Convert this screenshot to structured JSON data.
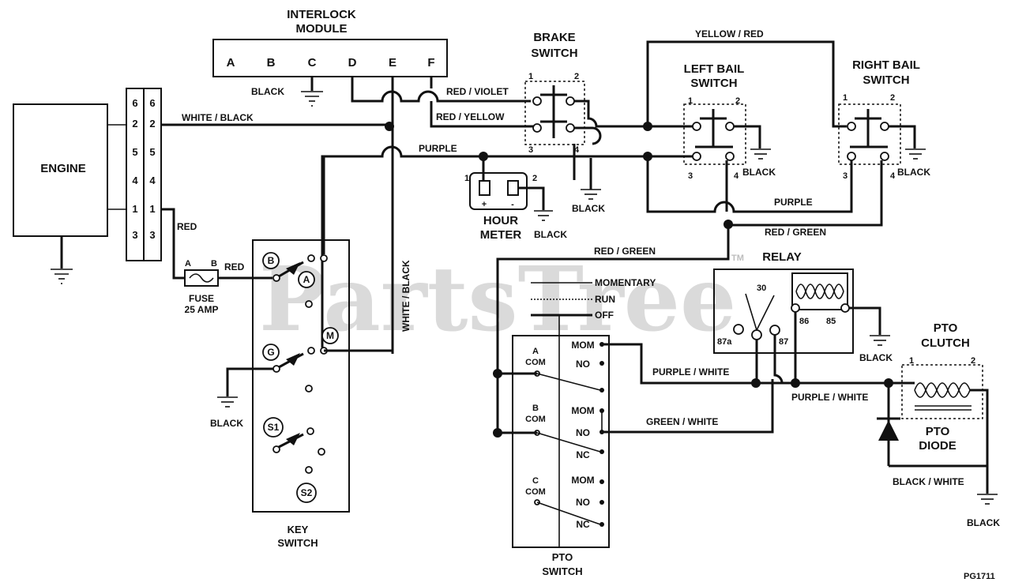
{
  "watermark": {
    "text": "PartsTree",
    "tm": "TM"
  },
  "page_code": "PG1711",
  "components": {
    "engine": "ENGINE",
    "interlock_module": {
      "title_1": "INTERLOCK",
      "title_2": "MODULE",
      "pins": [
        "A",
        "B",
        "C",
        "D",
        "E",
        "F"
      ]
    },
    "brake_switch": {
      "title_1": "BRAKE",
      "title_2": "SWITCH",
      "pins": [
        "1",
        "2",
        "3",
        "4"
      ]
    },
    "left_bail_switch": {
      "title_1": "LEFT BAIL",
      "title_2": "SWITCH",
      "pins": [
        "1",
        "2",
        "3",
        "4"
      ]
    },
    "right_bail_switch": {
      "title_1": "RIGHT BAIL",
      "title_2": "SWITCH",
      "pins": [
        "1",
        "2",
        "3",
        "4"
      ]
    },
    "hour_meter": {
      "title_1": "HOUR",
      "title_2": "METER",
      "pins": [
        "1",
        "2"
      ],
      "polarity": [
        "+",
        "-"
      ]
    },
    "fuse": {
      "title_1": "FUSE",
      "title_2": "25 AMP",
      "pins": [
        "A",
        "B"
      ]
    },
    "key_switch": {
      "title_1": "KEY",
      "title_2": "SWITCH",
      "terminals": [
        "B",
        "A",
        "M",
        "G",
        "S1",
        "S2"
      ]
    },
    "pto_switch": {
      "title_1": "PTO",
      "title_2": "SWITCH",
      "legend": [
        "MOMENTARY",
        "RUN",
        "OFF"
      ],
      "sections": [
        {
          "name_1": "A",
          "name_2": "COM",
          "positions": [
            "MOM",
            "NO"
          ]
        },
        {
          "name_1": "B",
          "name_2": "COM",
          "positions": [
            "MOM",
            "NO",
            "NC"
          ]
        },
        {
          "name_1": "C",
          "name_2": "COM",
          "positions": [
            "MOM",
            "NO",
            "NC"
          ]
        }
      ]
    },
    "relay": {
      "title": "RELAY",
      "pins": [
        "30",
        "87a",
        "87",
        "86",
        "85"
      ]
    },
    "pto_clutch": {
      "title_1": "PTO",
      "title_2": "CLUTCH",
      "pins": [
        "1",
        "2"
      ]
    },
    "pto_diode": {
      "title_1": "PTO",
      "title_2": "DIODE"
    },
    "connector": {
      "pins_left": [
        "6",
        "2",
        "5",
        "4",
        "1",
        "3"
      ],
      "pins_right": [
        "6",
        "2",
        "5",
        "4",
        "1",
        "3"
      ]
    }
  },
  "wires": {
    "white_black": "WHITE / BLACK",
    "purple": "PURPLE",
    "red": "RED",
    "black": "BLACK",
    "red_violet": "RED / VIOLET",
    "red_yellow": "RED / YELLOW",
    "yellow_red": "YELLOW / RED",
    "red_green": "RED / GREEN",
    "purple_white": "PURPLE / WHITE",
    "green_white": "GREEN / WHITE",
    "black_white": "BLACK / WHITE"
  }
}
